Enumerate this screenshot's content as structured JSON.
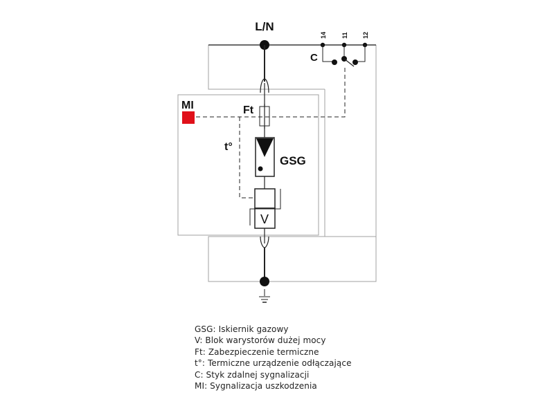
{
  "diagram": {
    "labels": {
      "ln": "L/N",
      "terminal_14": "14",
      "terminal_11": "11",
      "terminal_12": "12",
      "contact": "C",
      "mi": "MI",
      "ft": "Ft",
      "temp": "t°",
      "gsg": "GSG",
      "v": "V"
    },
    "colors": {
      "indicator": "#e0101a",
      "line": "#111111",
      "frame": "#a0a0a0"
    }
  },
  "legend": [
    "GSG: Iskiernik gazowy",
    "V: Blok warystorów dużej mocy",
    "Ft: Zabezpieczenie termiczne",
    "t°: Termiczne urządzenie odłączające",
    "C: Styk zdalnej sygnalizacji",
    "MI: Sygnalizacja uszkodzenia"
  ]
}
